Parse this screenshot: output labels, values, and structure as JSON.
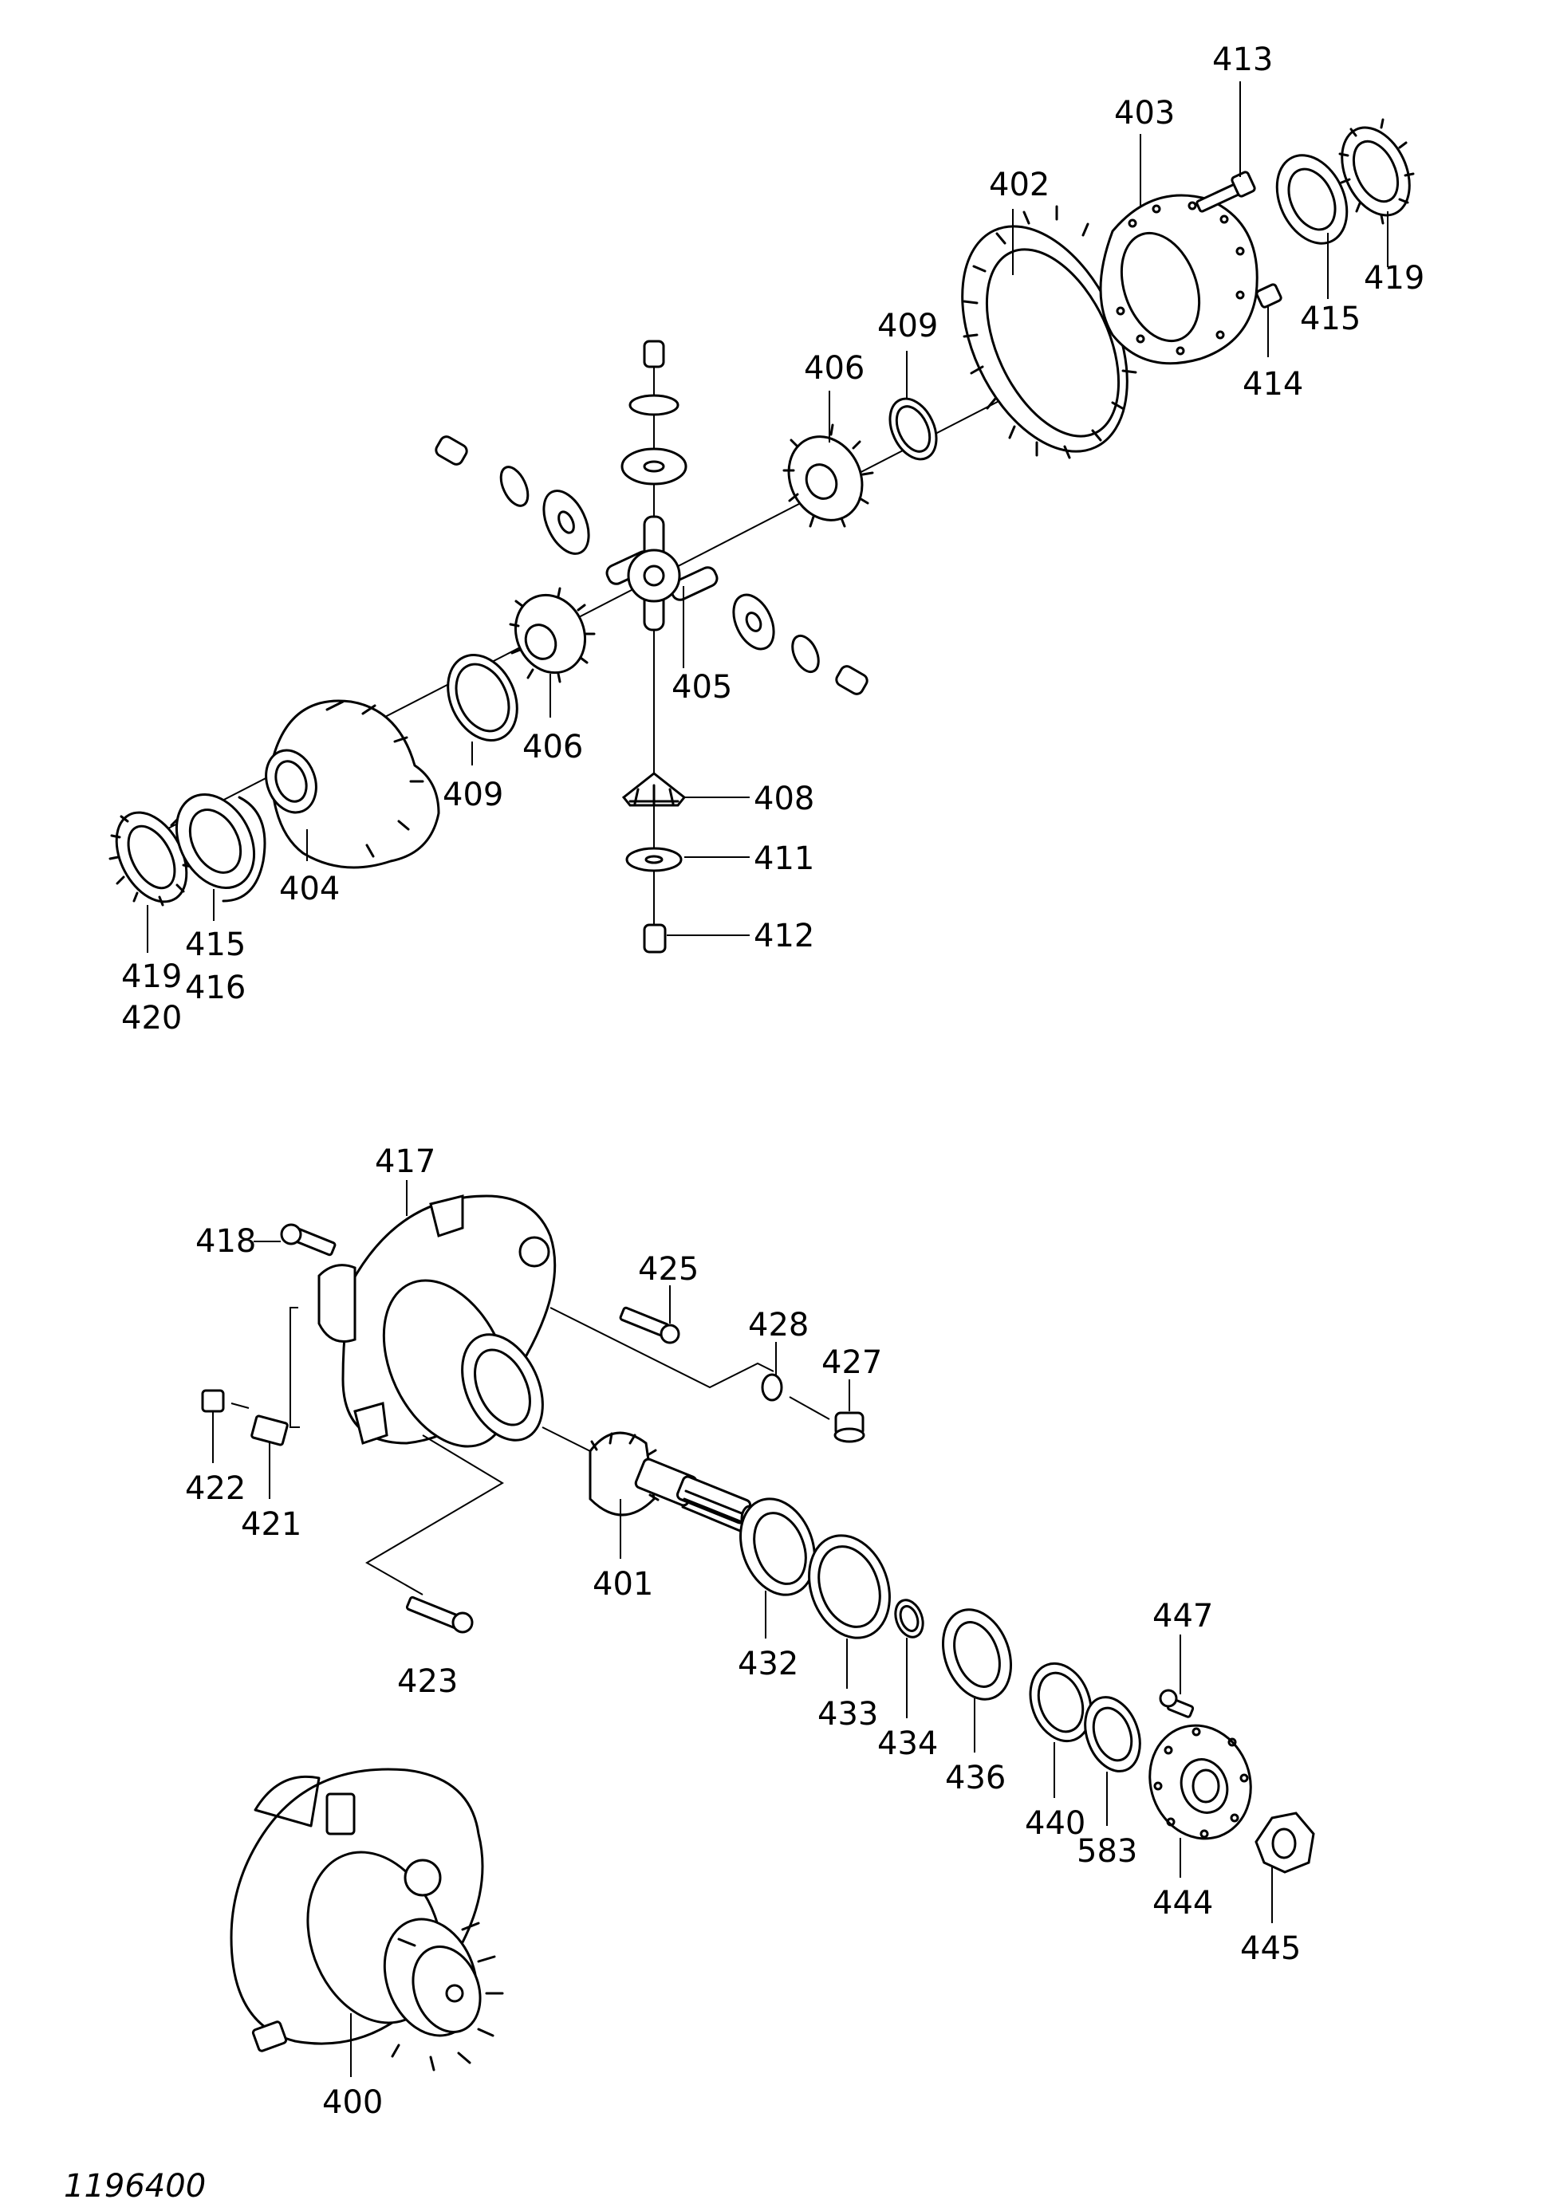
{
  "figure_id": "1196400",
  "labels": {
    "p400": "400",
    "p401": "401",
    "p402": "402",
    "p403": "403",
    "p404": "404",
    "p405": "405",
    "p406a": "406",
    "p406b": "406",
    "p408": "408",
    "p409a": "409",
    "p409b": "409",
    "p411": "411",
    "p412": "412",
    "p413": "413",
    "p414": "414",
    "p415a": "415",
    "p415b": "415",
    "p416": "416",
    "p417": "417",
    "p418": "418",
    "p419a": "419",
    "p419b": "419",
    "p420": "420",
    "p421": "421",
    "p422": "422",
    "p423": "423",
    "p425": "425",
    "p427": "427",
    "p428": "428",
    "p432": "432",
    "p433": "433",
    "p434": "434",
    "p436": "436",
    "p440": "440",
    "p444": "444",
    "p445": "445",
    "p447": "447",
    "p583": "583"
  }
}
